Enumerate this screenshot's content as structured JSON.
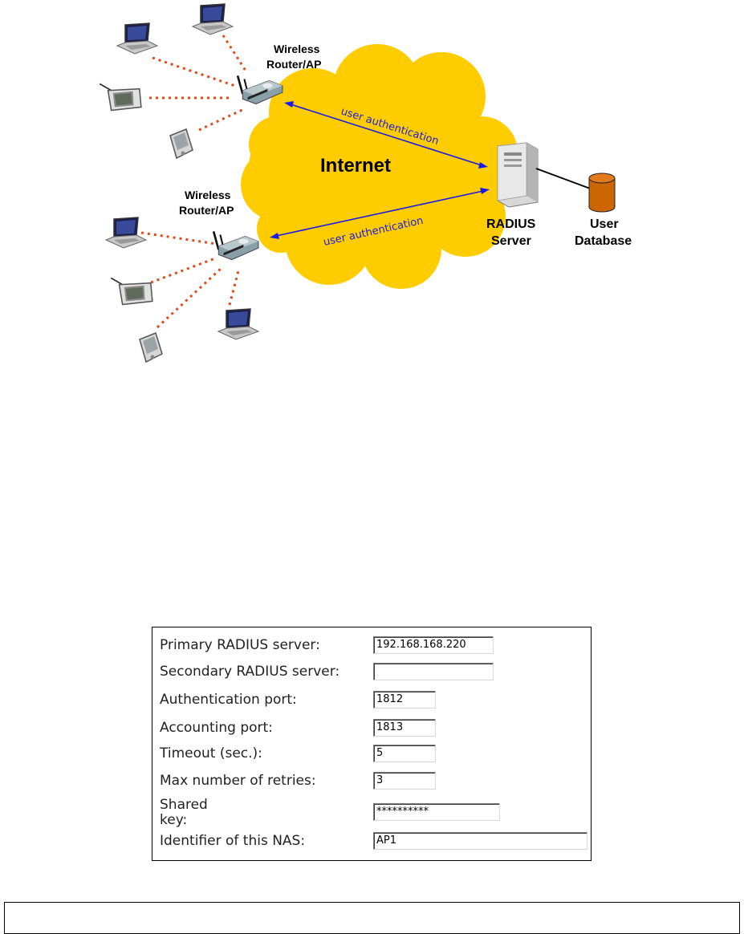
{
  "diagram": {
    "router_top_label": [
      "Wireless",
      "Router/AP"
    ],
    "router_bottom_label": [
      "Wireless",
      "Router/AP"
    ],
    "cloud_label": "Internet",
    "auth_top": "user authentication",
    "auth_bottom": "user authentication",
    "server_label": [
      "RADIUS",
      "Server"
    ],
    "database_label": [
      "User",
      "Database"
    ],
    "colors": {
      "cloud": "#ffcc00",
      "link": "#e04a1a",
      "arrow": "#1a1ae6",
      "database": "#cc6600"
    },
    "icons": [
      "laptop-icon",
      "pda-icon",
      "handheld-icon",
      "router-icon",
      "server-icon",
      "database-icon"
    ]
  },
  "form": {
    "rows": [
      {
        "label": "Primary RADIUS server:",
        "value": "192.168.168.220"
      },
      {
        "label": "Secondary RADIUS server:",
        "value": ""
      },
      {
        "label": "Authentication port:",
        "value": "1812"
      },
      {
        "label": "Accounting port:",
        "value": "1813"
      },
      {
        "label": "Timeout (sec.):",
        "value": "5"
      },
      {
        "label": "Max number of retries:",
        "value": "3"
      },
      {
        "label": [
          "Shared",
          "key:"
        ],
        "value": "**********"
      },
      {
        "label": "Identifier of this NAS:",
        "value": "AP1"
      }
    ]
  }
}
